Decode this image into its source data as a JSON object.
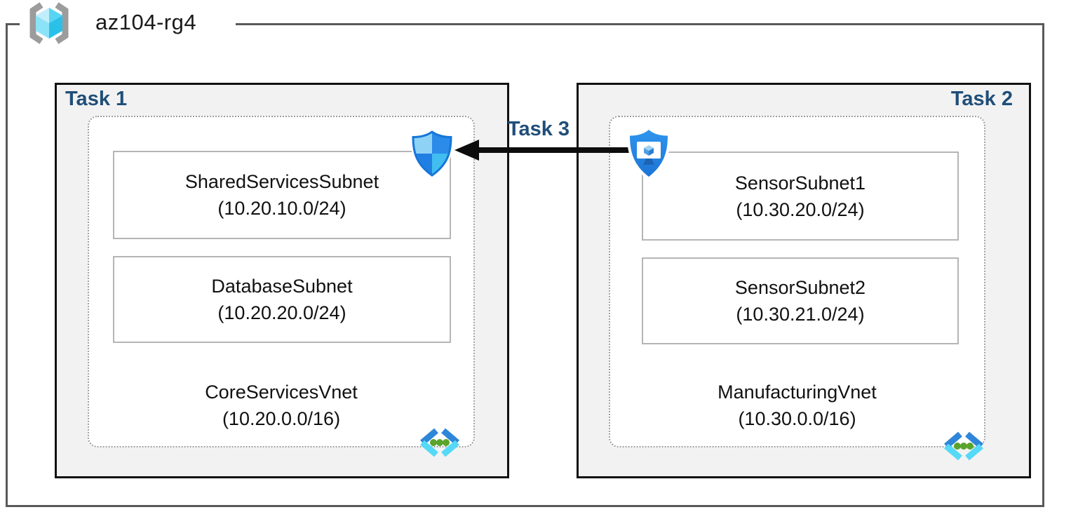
{
  "resource_group": {
    "name": "az104-rg4",
    "icon": "resource-group-icon"
  },
  "tasks": {
    "task1_label": "Task 1",
    "task2_label": "Task 2",
    "task3_label": "Task 3"
  },
  "left_vnet": {
    "name": "CoreServicesVnet",
    "cidr": "(10.20.0.0/16)",
    "subnets": [
      {
        "name": "SharedServicesSubnet",
        "cidr": "(10.20.10.0/24)"
      },
      {
        "name": "DatabaseSubnet",
        "cidr": "(10.20.20.0/24)"
      }
    ]
  },
  "right_vnet": {
    "name": "ManufacturingVnet",
    "cidr": "(10.30.0.0/16)",
    "subnets": [
      {
        "name": "SensorSubnet1",
        "cidr": "(10.30.20.0/24)"
      },
      {
        "name": "SensorSubnet2",
        "cidr": "(10.30.21.0/24)"
      }
    ]
  },
  "icons": {
    "defender_shield": "defender-shield-icon",
    "bastion_shield": "bastion-shield-icon",
    "virtual_network": "virtual-network-icon",
    "resource_group": "resource-group-icon"
  },
  "colors": {
    "task_label_navy": "#1f4e79",
    "task_box_fill": "#f2f2f2",
    "task_box_border": "#111111",
    "rg_frame_border": "#595959",
    "dotted_border": "#9e9e9e",
    "subnet_border": "#b5b5b5",
    "arrow_black": "#0d0d0d",
    "azure_blue": "#2b8be9",
    "azure_cyan": "#41bdf0",
    "vnet_green_dot": "#5aa42c"
  }
}
